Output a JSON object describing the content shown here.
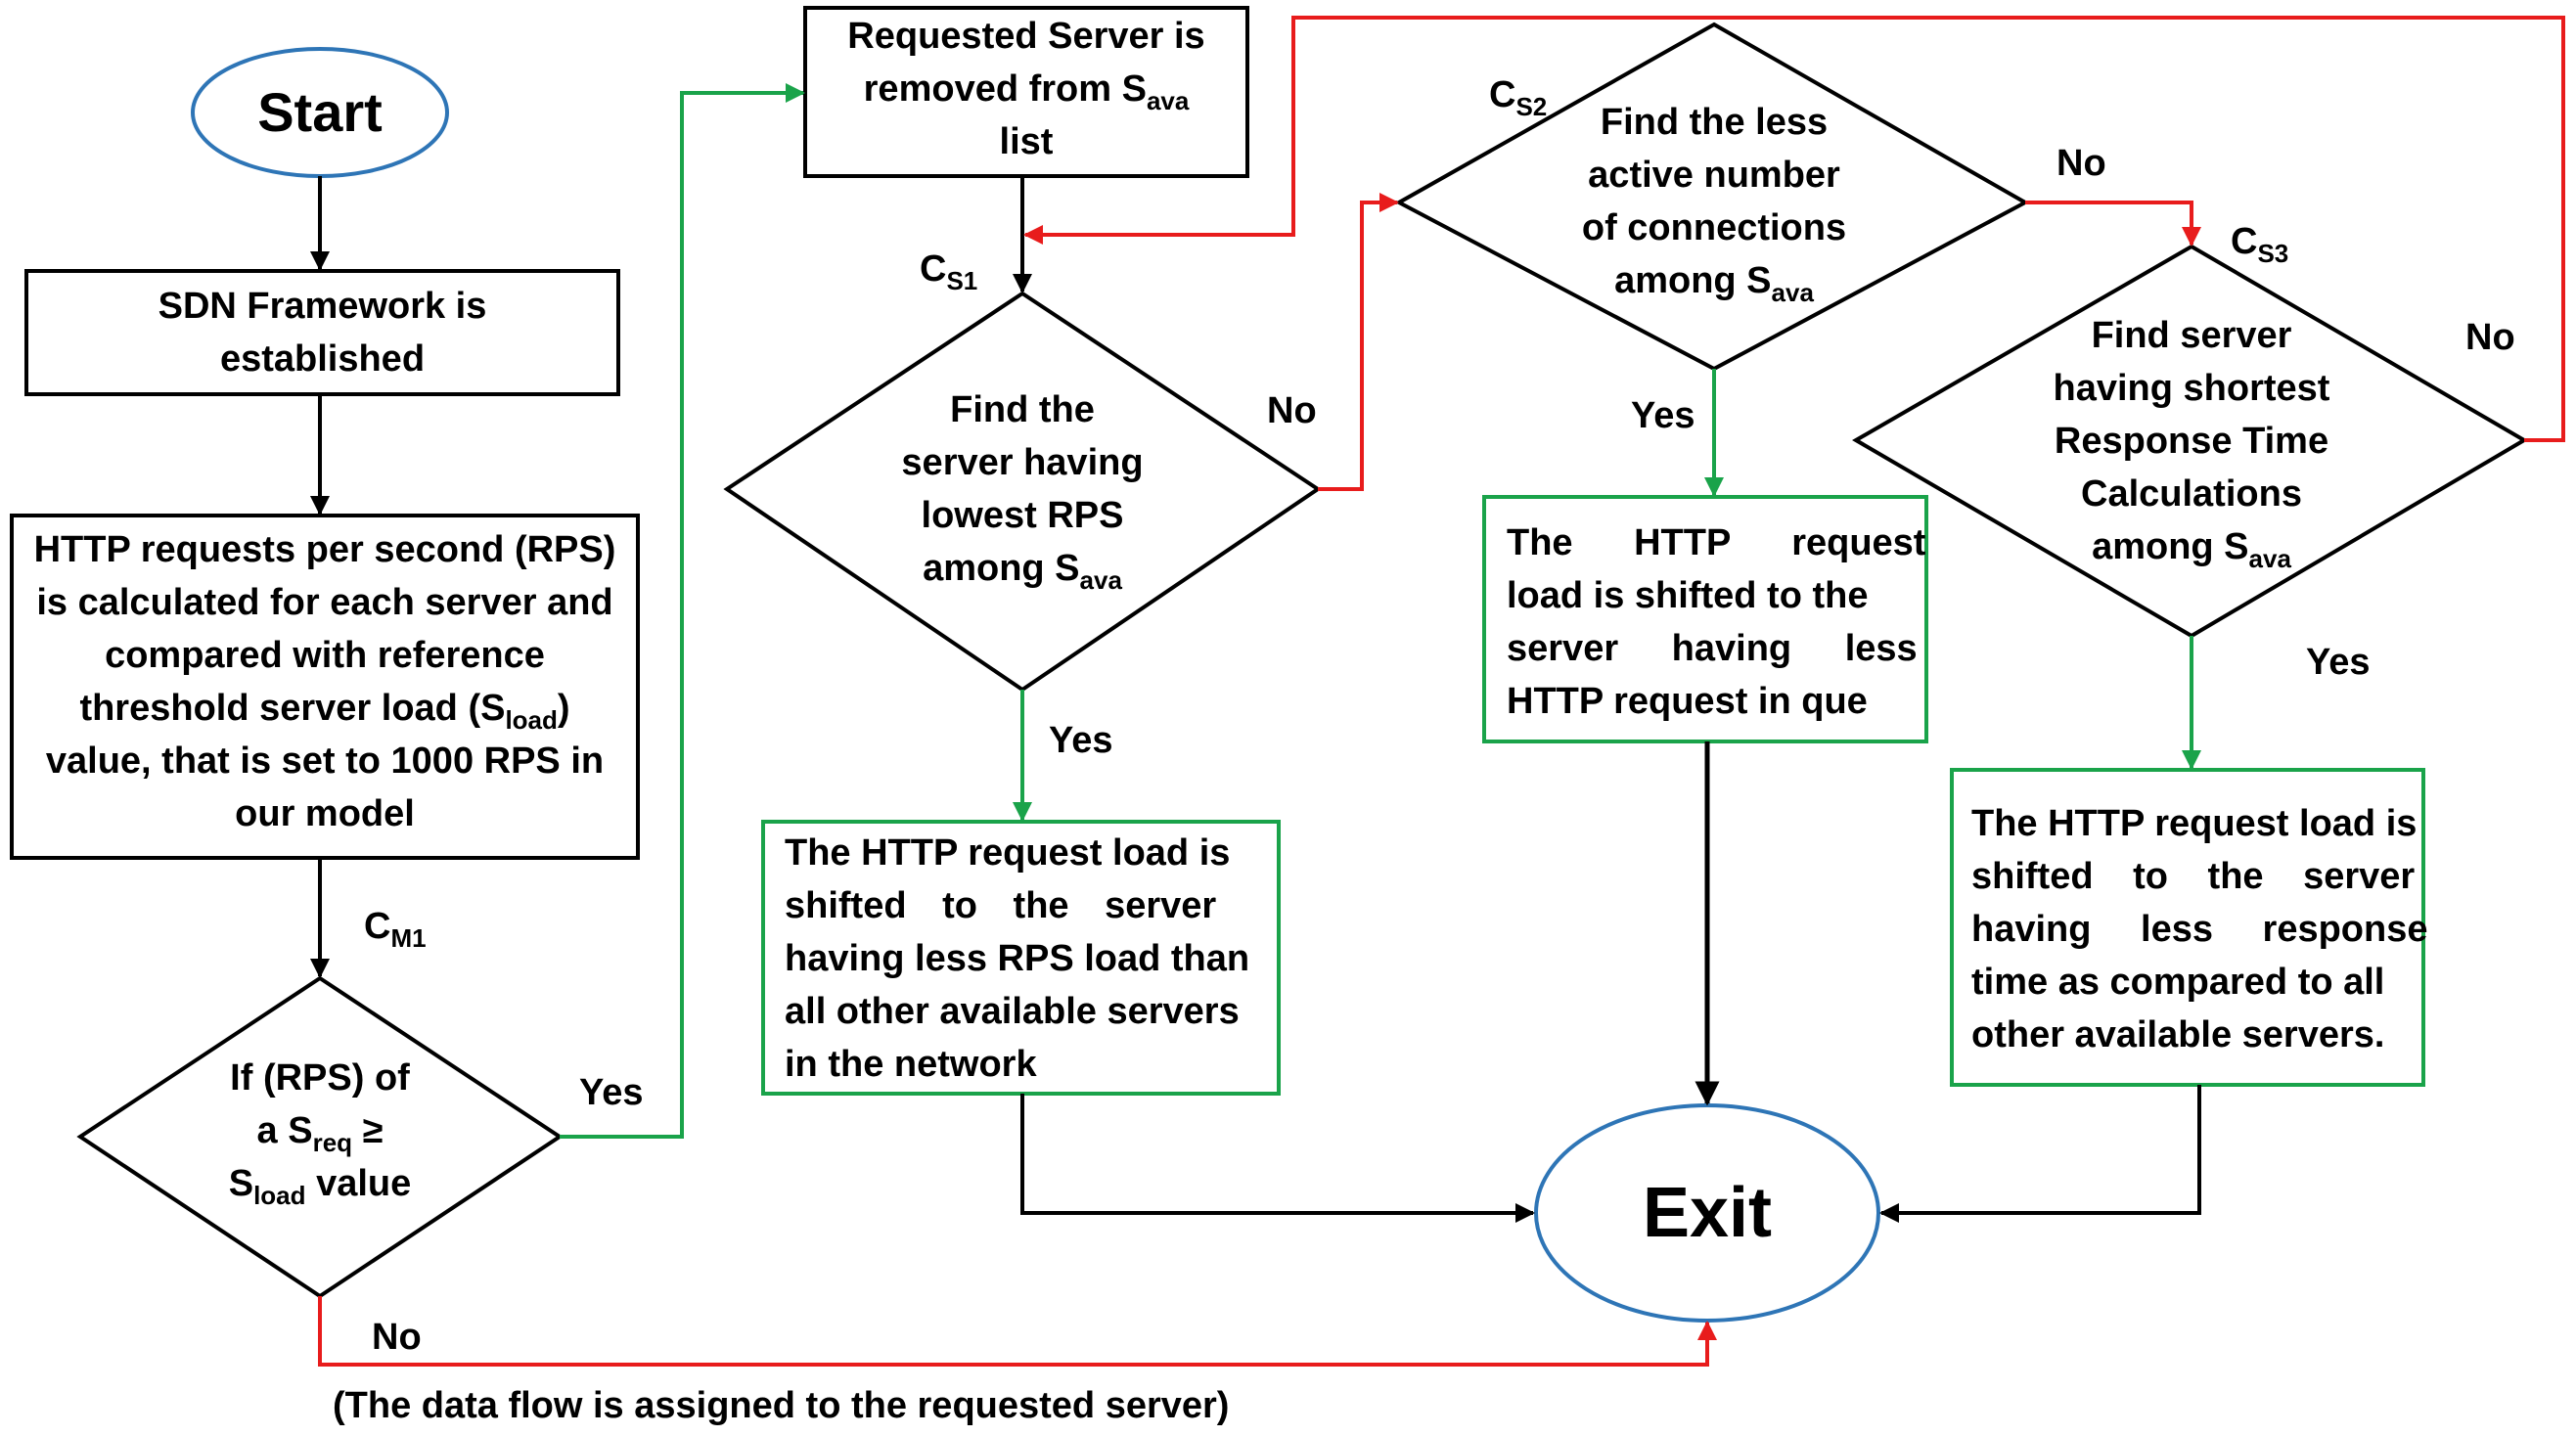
{
  "colors": {
    "terminal_border": "#2e75b6",
    "process_border": "#000000",
    "result_border": "#1aa34a",
    "yes_arrow": "#1aa34a",
    "no_arrow": "#e81c1c",
    "plain_arrow": "#000000"
  },
  "start": {
    "label": "Start"
  },
  "exit": {
    "label": "Exit"
  },
  "sdn_box": {
    "line1": "SDN Framework is",
    "line2": "established"
  },
  "http_box": {
    "line1": "HTTP requests per second (RPS)",
    "line2": "is calculated for each server and",
    "line3": "compared with reference",
    "line4_pre": "threshold server load (S",
    "line4_sub": "load",
    "line4_post": ")",
    "line5": "value, that is set to 1000 RPS in",
    "line6": "our model"
  },
  "cm1": {
    "base": "C",
    "sub": "M1"
  },
  "decision_m1": {
    "line1": "If (RPS) of",
    "line2_pre": "a  S",
    "line2_sub": "req",
    "line2_post": " ≥",
    "line3_pre": "S",
    "line3_sub": "load",
    "line3_post": " value"
  },
  "yes_m1": "Yes",
  "no_m1": "No",
  "no_m1_note": "(The data flow is assigned to the requested server)",
  "removed_box": {
    "line1": "Requested Server is",
    "line2_pre": "removed from S",
    "line2_sub": "ava",
    "line3": "list"
  },
  "cs1": {
    "base": "C",
    "sub": "S1"
  },
  "decision_s1": {
    "line1": "Find the",
    "line2": "server having",
    "line3": "lowest RPS",
    "line4_pre": "among S",
    "line4_sub": "ava"
  },
  "no_s1": "No",
  "yes_s1": "Yes",
  "result_s1": {
    "line1": "The HTTP request load is",
    "line2": "shifted to the server",
    "line3": "having less RPS load than",
    "line4": "all other available servers",
    "line5": "in the network"
  },
  "cs2": {
    "base": "C",
    "sub": "S2"
  },
  "decision_s2": {
    "line1": "Find the less",
    "line2": "active number",
    "line3": "of connections",
    "line4_pre": "among S",
    "line4_sub": "ava"
  },
  "no_s2": "No",
  "yes_s2": "Yes",
  "result_s2": {
    "line1": "The HTTP request",
    "line2": "load is shifted to the",
    "line3": "server having less",
    "line4": "HTTP request in que"
  },
  "cs3": {
    "base": "C",
    "sub": "S3"
  },
  "decision_s3": {
    "line1": "Find server",
    "line2": "having shortest",
    "line3": "Response Time",
    "line4": "Calculations",
    "line5_pre": "among S",
    "line5_sub": "ava"
  },
  "no_s3": "No",
  "yes_s3": "Yes",
  "result_s3": {
    "line1": "The HTTP request load is",
    "line2": "shifted to the server",
    "line3": "having less response",
    "line4": "time as compared to all",
    "line5": "other available servers."
  }
}
